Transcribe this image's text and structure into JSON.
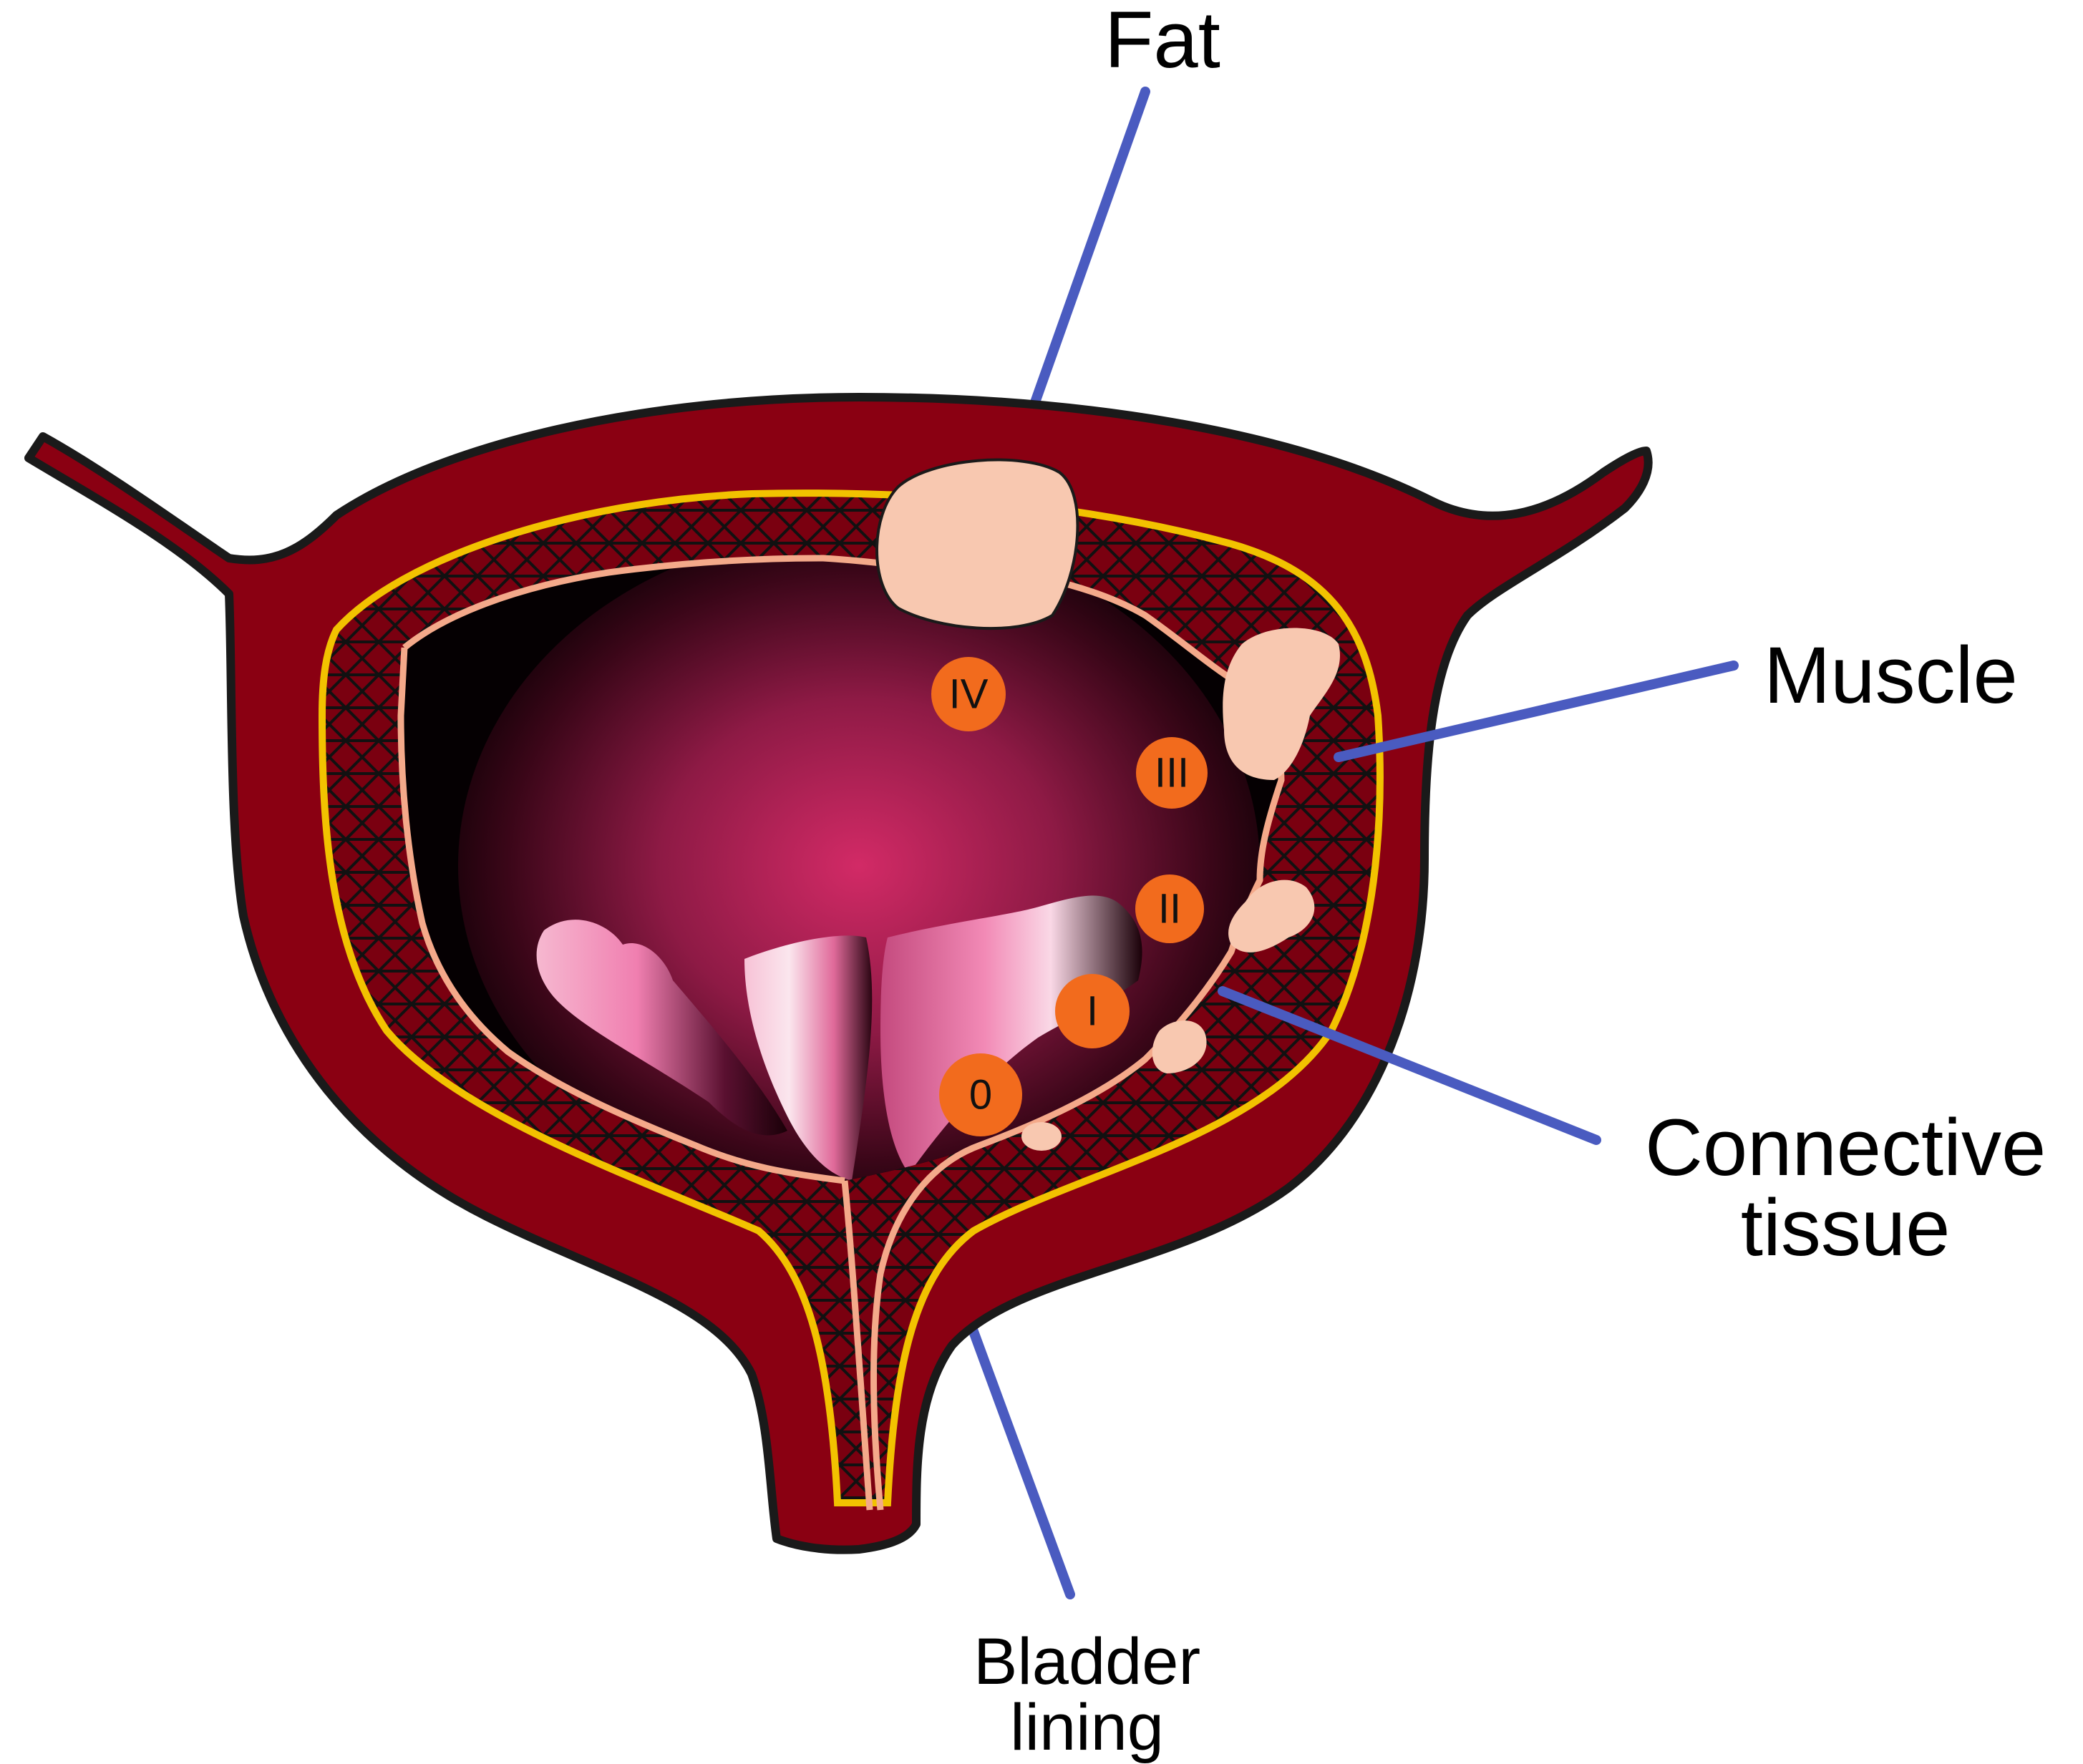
{
  "labels": {
    "fat": "Fat",
    "muscle": "Muscle",
    "connective_line1": "Connective",
    "connective_line2": "tissue",
    "bladder_line1": "Bladder",
    "bladder_line2": "lining"
  },
  "stages": [
    "0",
    "I",
    "II",
    "III",
    "IV"
  ],
  "colors": {
    "outer_wall": "#8a0012",
    "outline": "#1a1a1a",
    "connective_yellow": "#f2c200",
    "lining_pink": "#f4a98a",
    "tumor": "#f8c8b0",
    "stage_badge": "#f26b1d",
    "pointer_line": "#4a5bc0",
    "lumen_center": "#d42a68",
    "lumen_edge": "#1a0006"
  }
}
